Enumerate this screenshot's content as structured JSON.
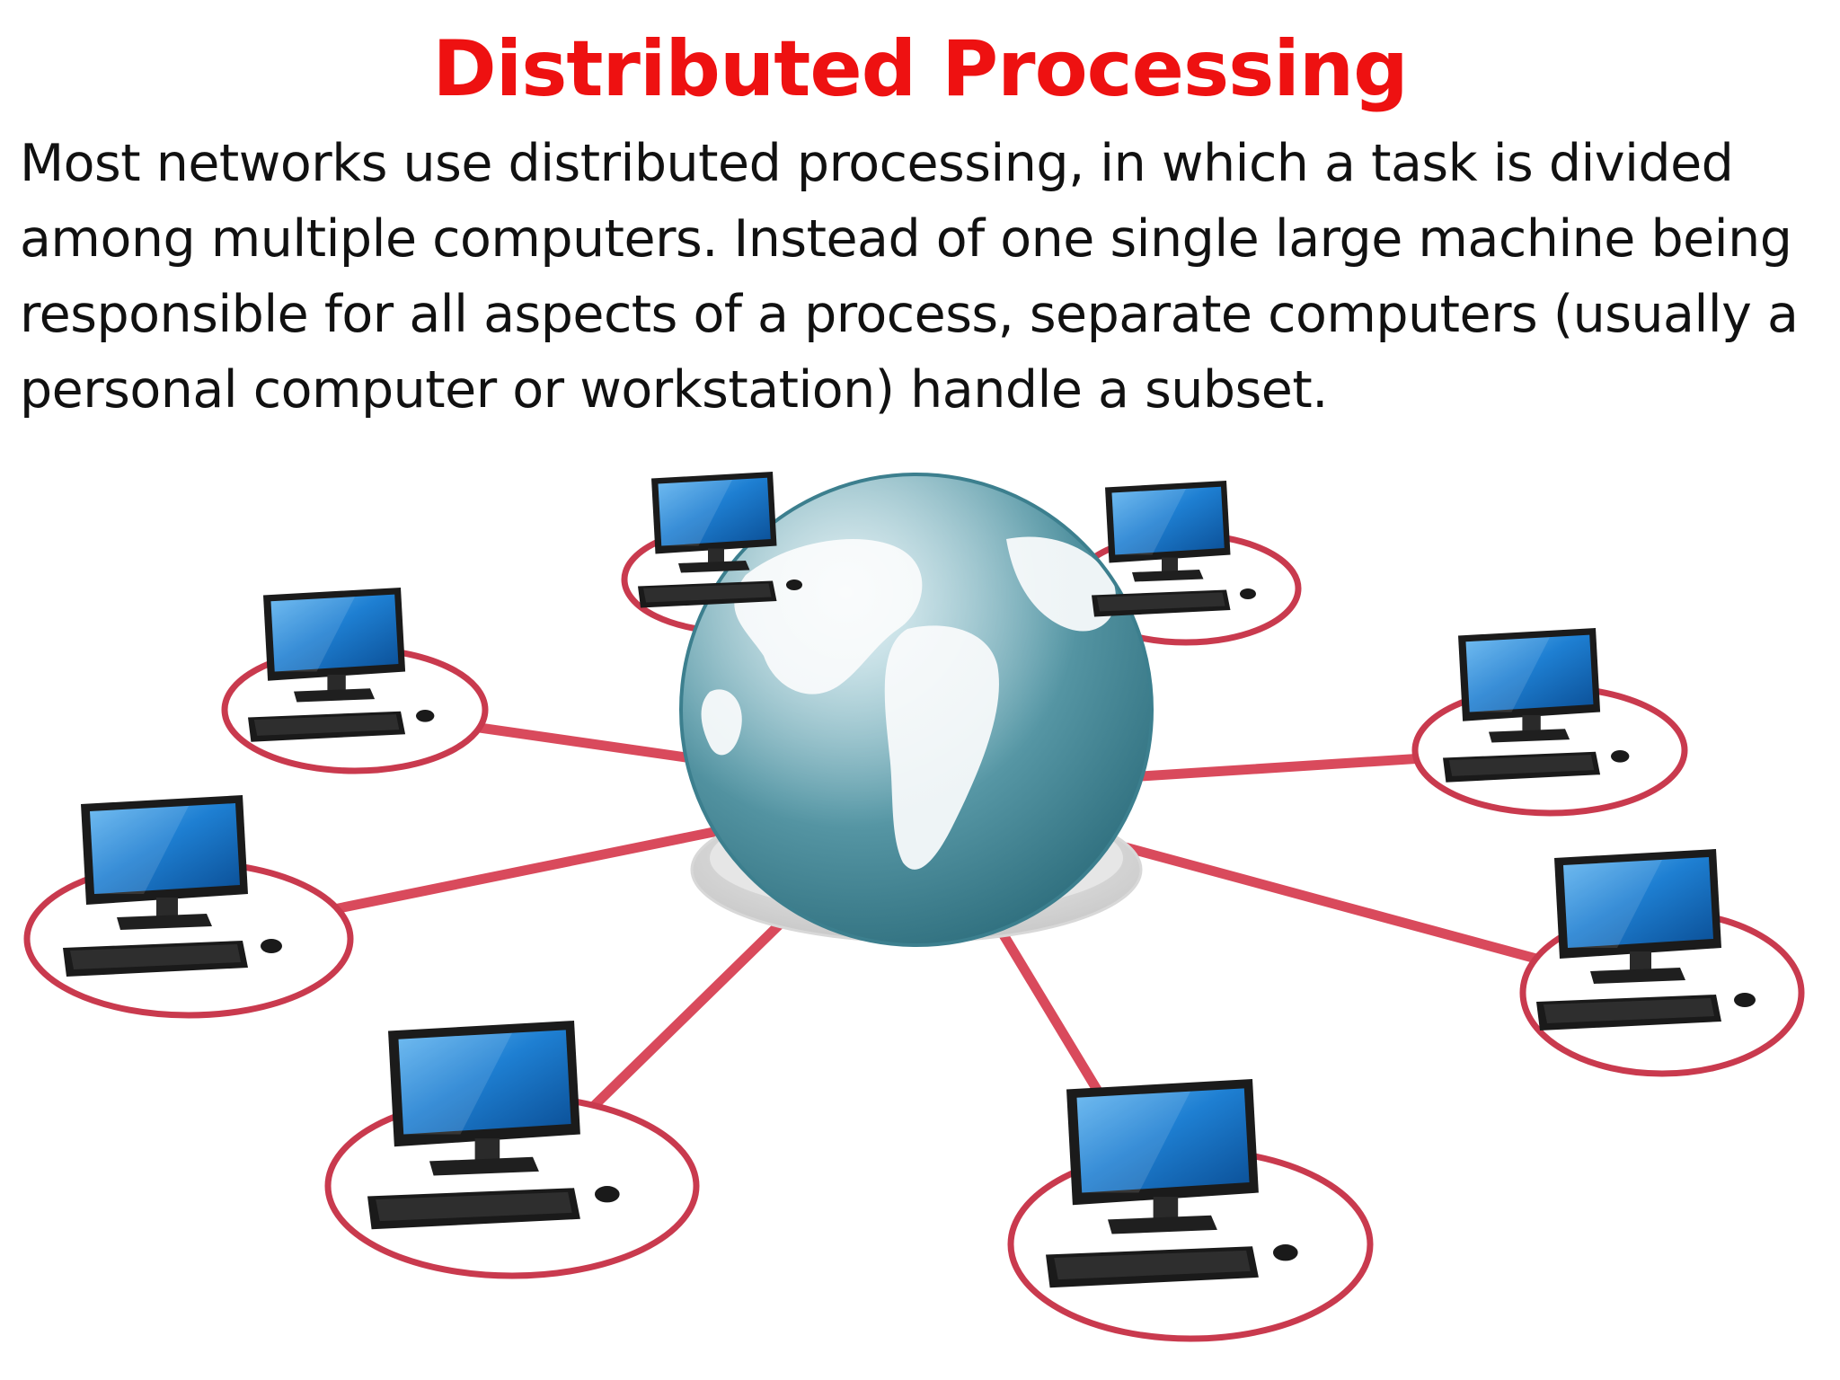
{
  "slide": {
    "title": "Distributed Processing",
    "body": "Most networks use distributed processing, in which a task is divided among multiple computers. Instead of one single large machine being responsible for all aspects of a process, separate computers (usually a personal computer or workstation) handle a subset."
  },
  "illustration": {
    "hub_icon": "globe-icon",
    "node_icon": "desktop-computer-icon",
    "node_count": 8,
    "colors": {
      "link": "#d94a5c",
      "ring": "#c93a4e",
      "screen": "#1f7fd0",
      "globe_sea": "#5a9aa8",
      "globe_land": "#f2f6f7"
    }
  }
}
